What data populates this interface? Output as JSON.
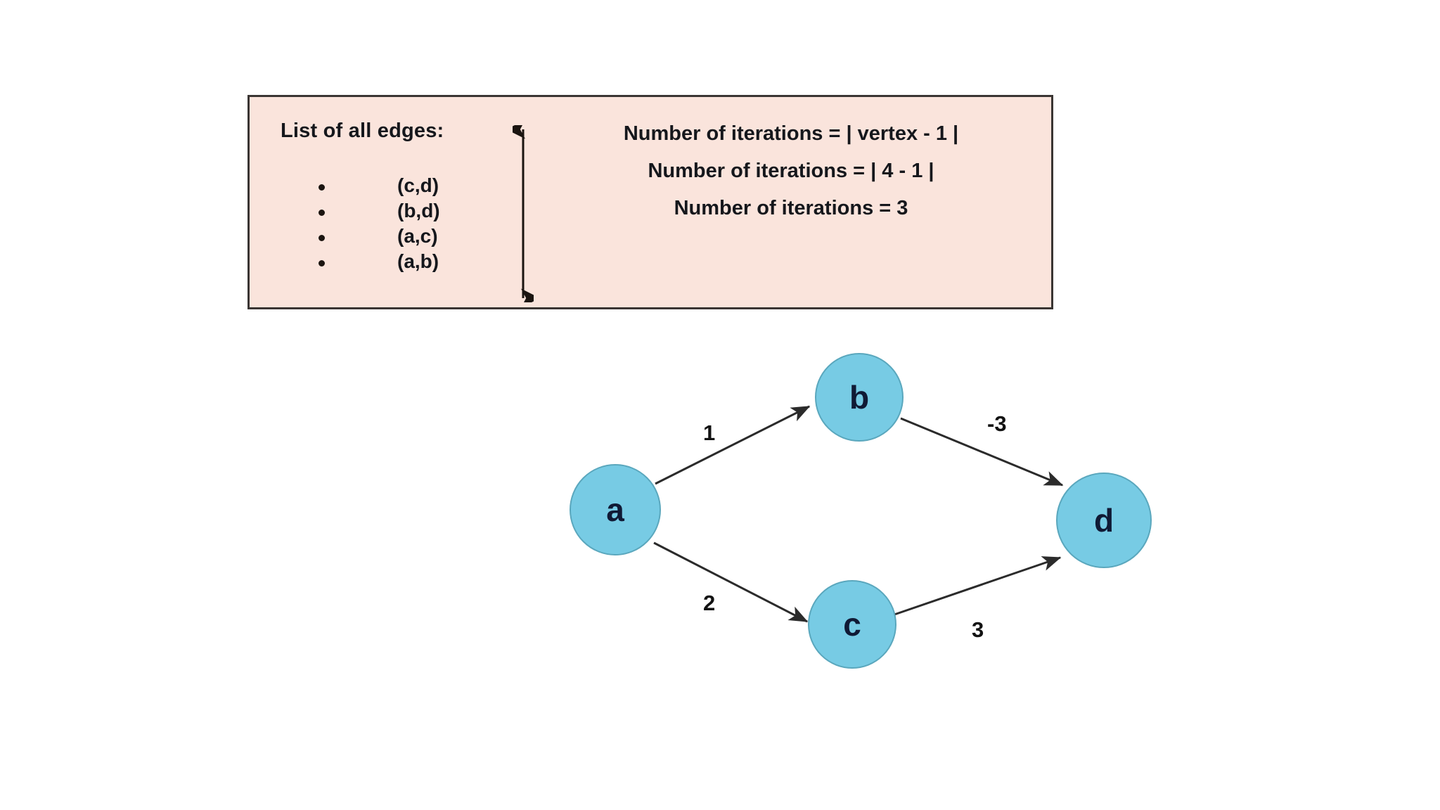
{
  "panel": {
    "heading": "List of all edges:",
    "edges": [
      "(c,d)",
      "(b,d)",
      "(a,c)",
      "(a,b)"
    ],
    "iteration_lines": [
      "Number of iterations = | vertex - 1 |",
      "Number of iterations = | 4 - 1 |",
      "Number of iterations = 3"
    ],
    "background_color": "#FAE4DC",
    "border_color": "#3a3533",
    "range_arrow": "double-headed-vertical-arrow"
  },
  "graph": {
    "node_fill": "#77CBE4",
    "node_stroke": "#5aa7bd",
    "node_text_color": "#101a35",
    "edge_color": "#2b2b2b",
    "nodes": [
      {
        "id": "a",
        "label": "a"
      },
      {
        "id": "b",
        "label": "b"
      },
      {
        "id": "c",
        "label": "c"
      },
      {
        "id": "d",
        "label": "d"
      }
    ],
    "edges": [
      {
        "from": "a",
        "to": "b",
        "weight": "1"
      },
      {
        "from": "b",
        "to": "d",
        "weight": "-3"
      },
      {
        "from": "a",
        "to": "c",
        "weight": "2"
      },
      {
        "from": "c",
        "to": "d",
        "weight": "3"
      }
    ]
  }
}
